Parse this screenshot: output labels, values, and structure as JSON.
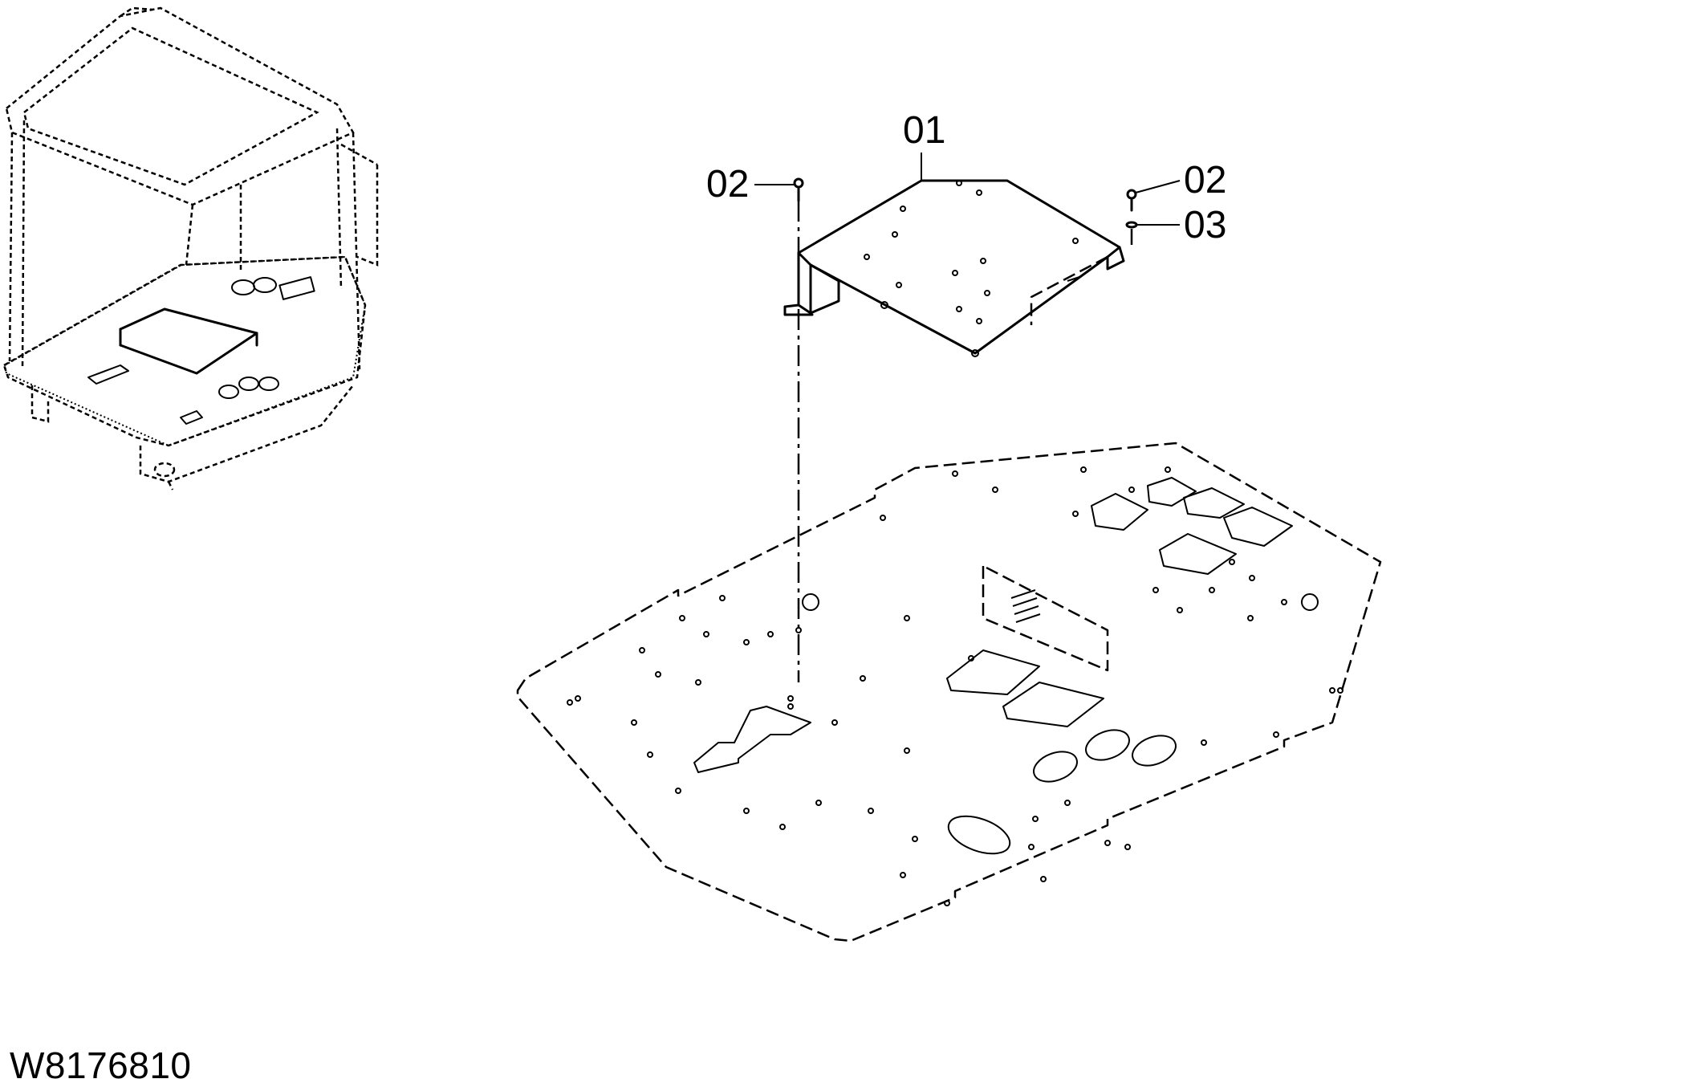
{
  "callouts": [
    {
      "label": "01"
    },
    {
      "label": "02"
    },
    {
      "label": "02"
    },
    {
      "label": "03"
    }
  ],
  "drawing_id": "W8176810"
}
